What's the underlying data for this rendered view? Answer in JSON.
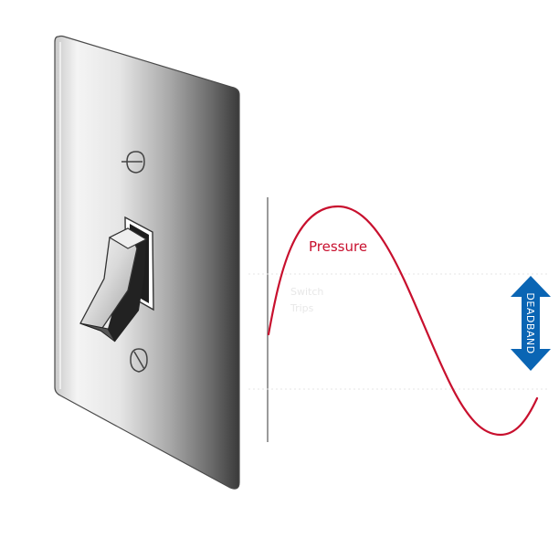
{
  "labels": {
    "pressure": "Pressure",
    "switch_line1": "Switch",
    "switch_line2": "Trips",
    "deadband": "DEADBAND"
  },
  "colors": {
    "pressure_curve": "#c8102e",
    "deadband_arrow": "#0a65b4",
    "trip_line": "#9a9a9a",
    "plate_dark": "#3a3a3a",
    "plate_light": "#f4f4f4"
  },
  "icons": {
    "top_screw": "screw-icon",
    "bottom_screw": "screw-icon",
    "toggle": "toggle-lever-icon"
  }
}
